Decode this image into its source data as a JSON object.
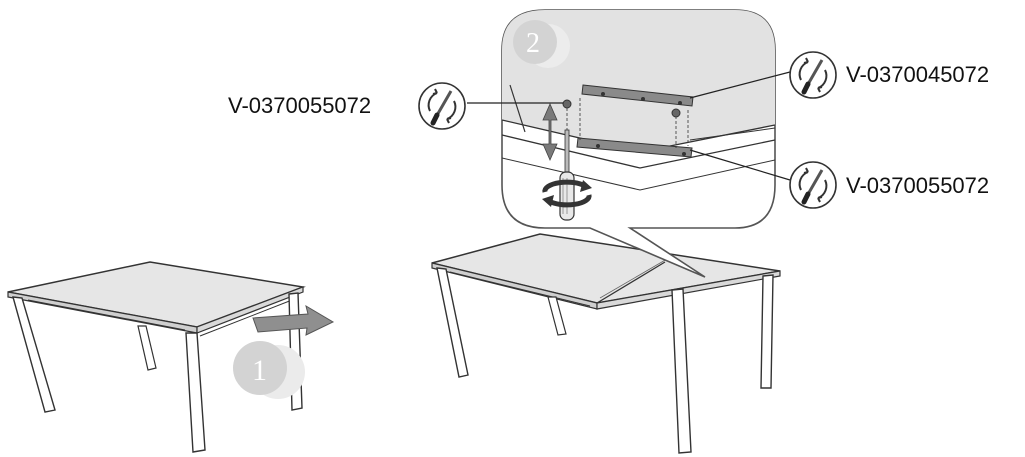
{
  "steps": [
    {
      "number": "1"
    },
    {
      "number": "2"
    }
  ],
  "parts": {
    "left_screw_code": "V-0370055072",
    "top_bracket_code": "V-0370045072",
    "bottom_bracket_code": "V-0370055072"
  },
  "icons": {
    "screwdriver": "screwdriver-rotate-icon",
    "pull_arrow": "pull-arrow-icon",
    "vertical_arrow": "double-arrow-vertical-icon",
    "rotate": "rotate-arrows-icon"
  },
  "colors": {
    "tabletop": "#e6e6e6",
    "line": "#333333",
    "bubble_bg": "#eeeeee",
    "step_circle": "#d6d6d6",
    "bracket": "#8a8a8a"
  }
}
